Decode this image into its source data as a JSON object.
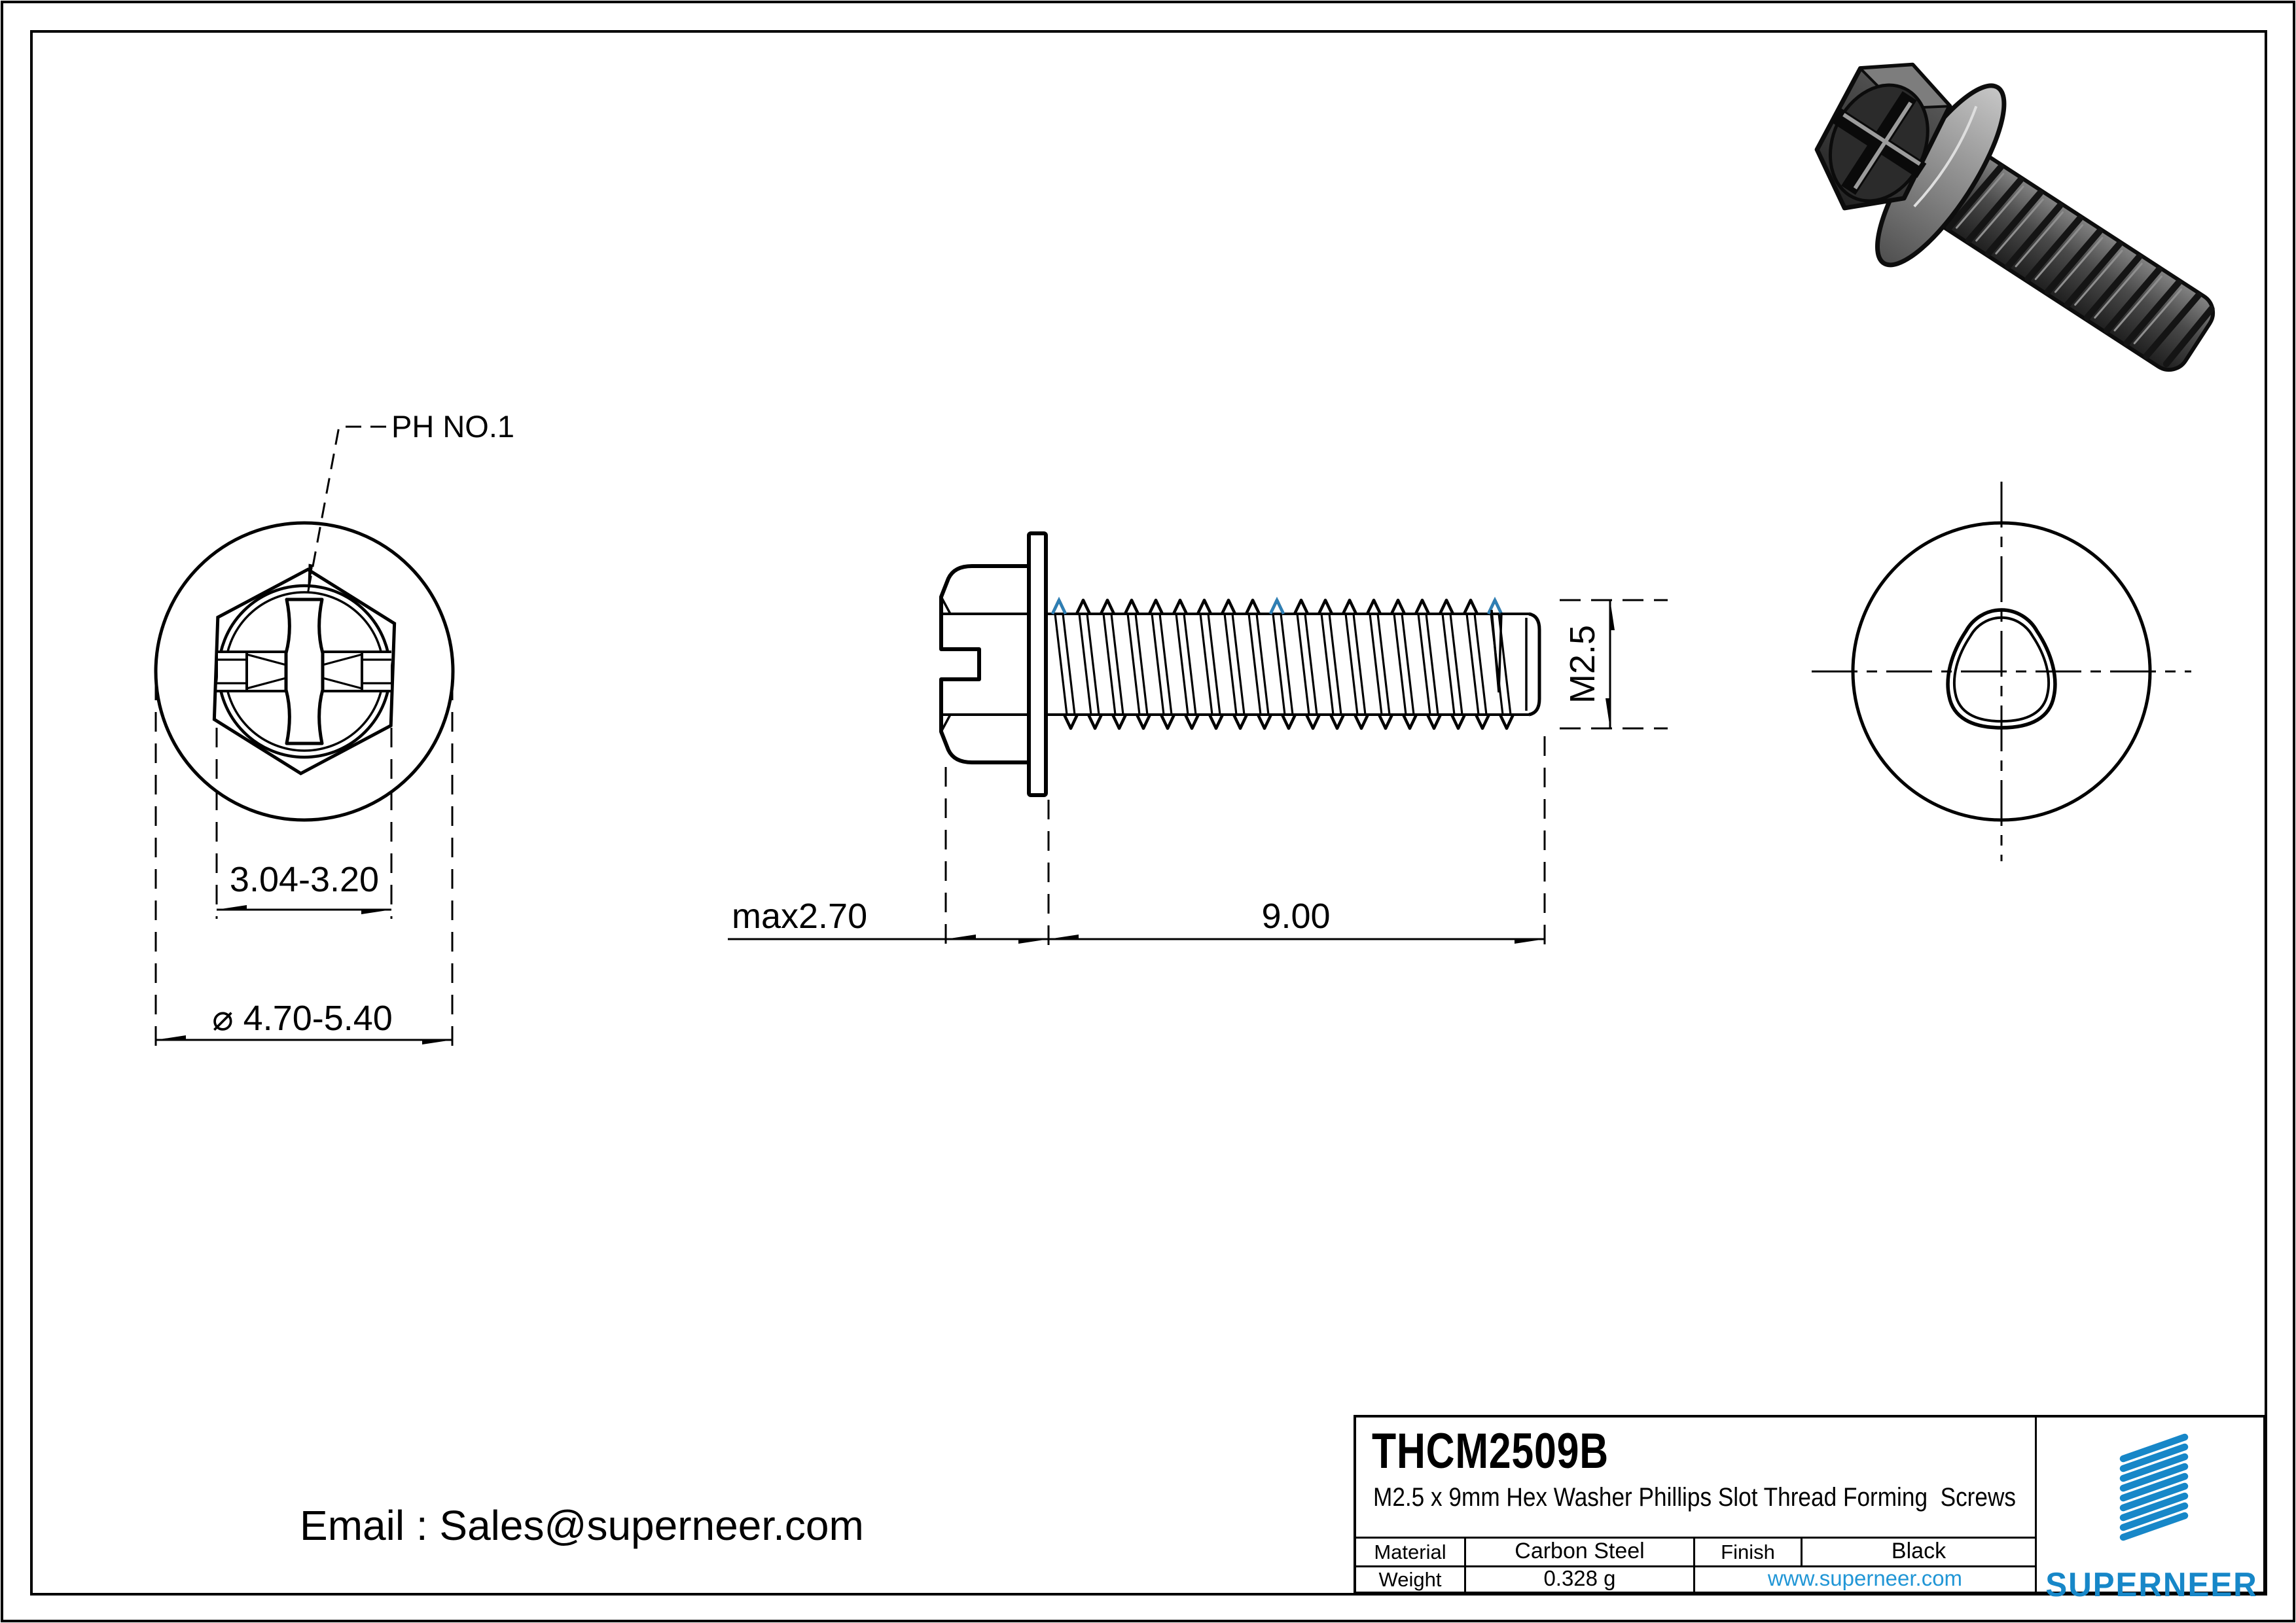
{
  "drawing": {
    "front_view": {
      "callout": "PH NO.1",
      "dim_across_flats": "3.04-3.20",
      "dim_washer_diameter": "⌀ 4.70-5.40"
    },
    "side_view": {
      "dim_head_height": "max2.70",
      "dim_thread_length": "9.00",
      "dim_thread_size": "M2.5"
    }
  },
  "contact": {
    "email": "Email : Sales@superneer.com"
  },
  "title_block": {
    "part_number": "THCM2509B",
    "description": "M2.5 x 9mm Hex Washer Phillips Slot Thread Forming  Screws",
    "material_label": "Material",
    "material_value": "Carbon Steel",
    "finish_label": "Finish",
    "finish_value": "Black",
    "weight_label": "Weight",
    "weight_value": "0.328 g",
    "website": "www.superneer.com",
    "brand": "SUPERNEER"
  },
  "colors": {
    "line": "#000000",
    "accent_blue": "#2e7fb5",
    "link_blue": "#2196d6",
    "brand_blue": "#1787c8"
  }
}
